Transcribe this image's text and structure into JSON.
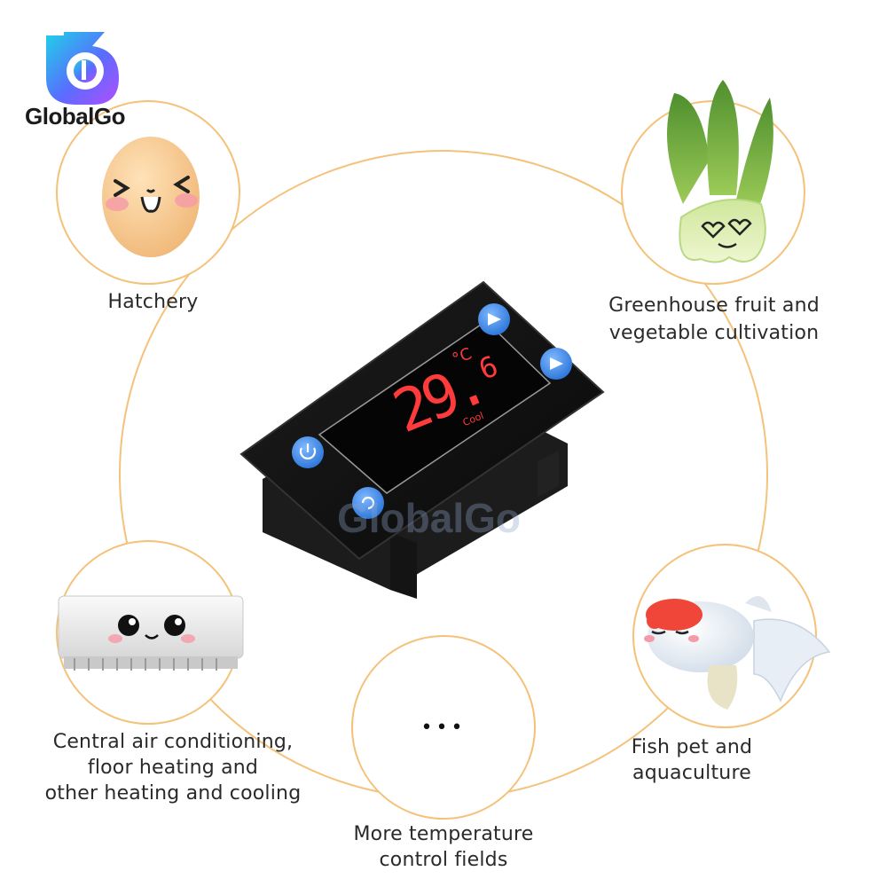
{
  "brand": {
    "name": "GlobalGo"
  },
  "watermark": {
    "text": "GlobalGo"
  },
  "applications": {
    "hatchery": "Hatchery",
    "greenhouse_line1": "Greenhouse fruit and",
    "greenhouse_line2": "vegetable cultivation",
    "hvac_line1": "Central air conditioning,",
    "hvac_line2": "floor heating and",
    "hvac_line3": "other heating and cooling",
    "fish_line1": "Fish pet and",
    "fish_line2": "aquaculture",
    "more_glyph": "•••",
    "more_line1": "More temperature",
    "more_line2": "control fields"
  },
  "device": {
    "display_main": "29.",
    "display_decimal": "6",
    "unit": "°C",
    "mode": "Cool",
    "display_color": "#ff3b3b",
    "button_color": "#3a8be8"
  },
  "colors": {
    "ring": "#f4c27a",
    "accent_logo": "#6a4cff"
  }
}
